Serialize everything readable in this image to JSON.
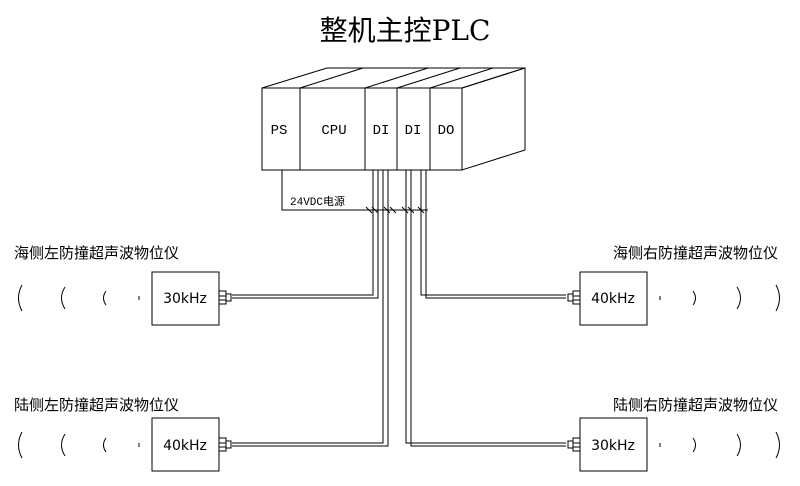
{
  "title": "整机主控PLC",
  "plc": {
    "modules": [
      "PS",
      "CPU",
      "DI",
      "DI",
      "DO"
    ],
    "power_label": "24VDC电源"
  },
  "sensors": [
    {
      "label": "海侧左防撞超声波物位仪",
      "freq": "30kHz"
    },
    {
      "label": "海侧右防撞超声波物位仪",
      "freq": "40kHz"
    },
    {
      "label": "陆侧左防撞超声波物位仪",
      "freq": "40kHz"
    },
    {
      "label": "陆侧右防撞超声波物位仪",
      "freq": "30kHz"
    }
  ],
  "colors": {
    "line": "#000000",
    "background": "#ffffff"
  }
}
